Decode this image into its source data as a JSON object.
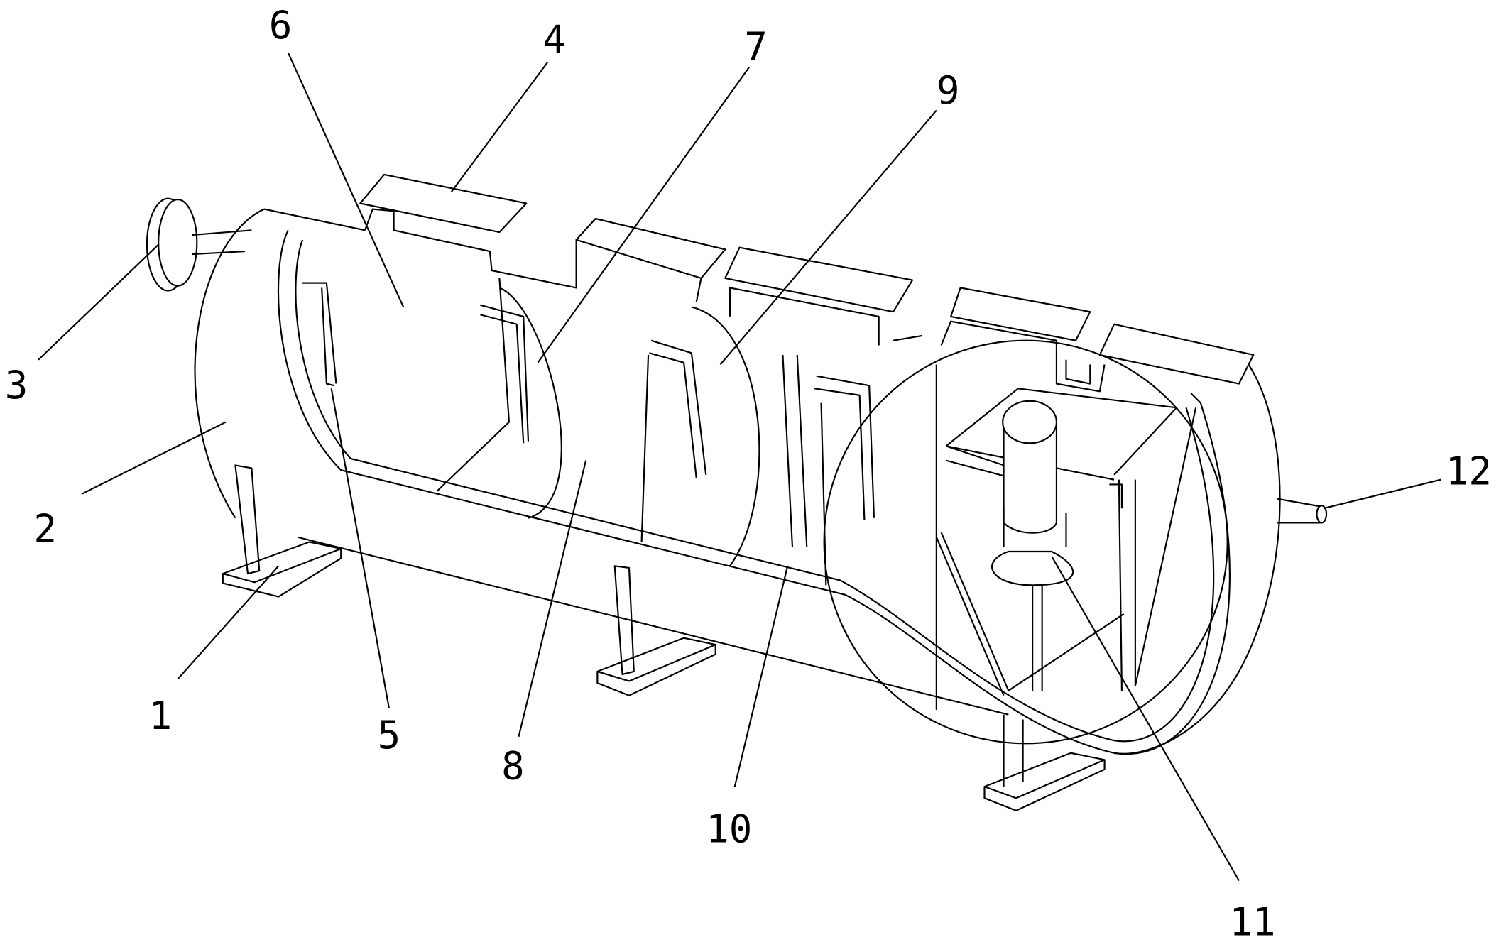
{
  "figure": {
    "labels": [
      {
        "id": "label-1",
        "text": "1"
      },
      {
        "id": "label-2",
        "text": "2"
      },
      {
        "id": "label-3",
        "text": "3"
      },
      {
        "id": "label-4",
        "text": "4"
      },
      {
        "id": "label-5",
        "text": "5"
      },
      {
        "id": "label-6",
        "text": "6"
      },
      {
        "id": "label-7",
        "text": "7"
      },
      {
        "id": "label-8",
        "text": "8"
      },
      {
        "id": "label-9",
        "text": "9"
      },
      {
        "id": "label-10",
        "text": "10"
      },
      {
        "id": "label-11",
        "text": "11"
      },
      {
        "id": "label-12",
        "text": "12"
      }
    ]
  }
}
